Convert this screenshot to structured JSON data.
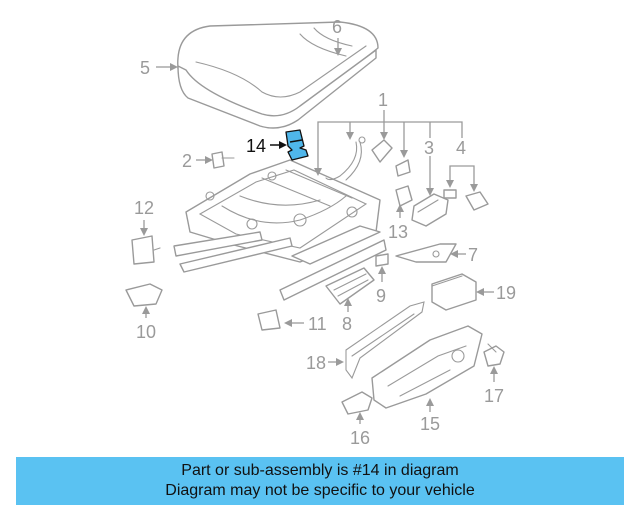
{
  "diagram": {
    "highlighted_part": "14",
    "callouts": [
      "1",
      "2",
      "3",
      "4",
      "5",
      "6",
      "7",
      "8",
      "9",
      "10",
      "11",
      "12",
      "13",
      "14",
      "15",
      "16",
      "17",
      "18",
      "19"
    ]
  },
  "banner": {
    "line1": "Part or sub-assembly is #14 in diagram",
    "line2": "Diagram may not be specific to your vehicle",
    "background": "#5ac2f2"
  },
  "colors": {
    "line_art": "#9a9a9a",
    "highlight_fill": "#4fb6ea"
  }
}
